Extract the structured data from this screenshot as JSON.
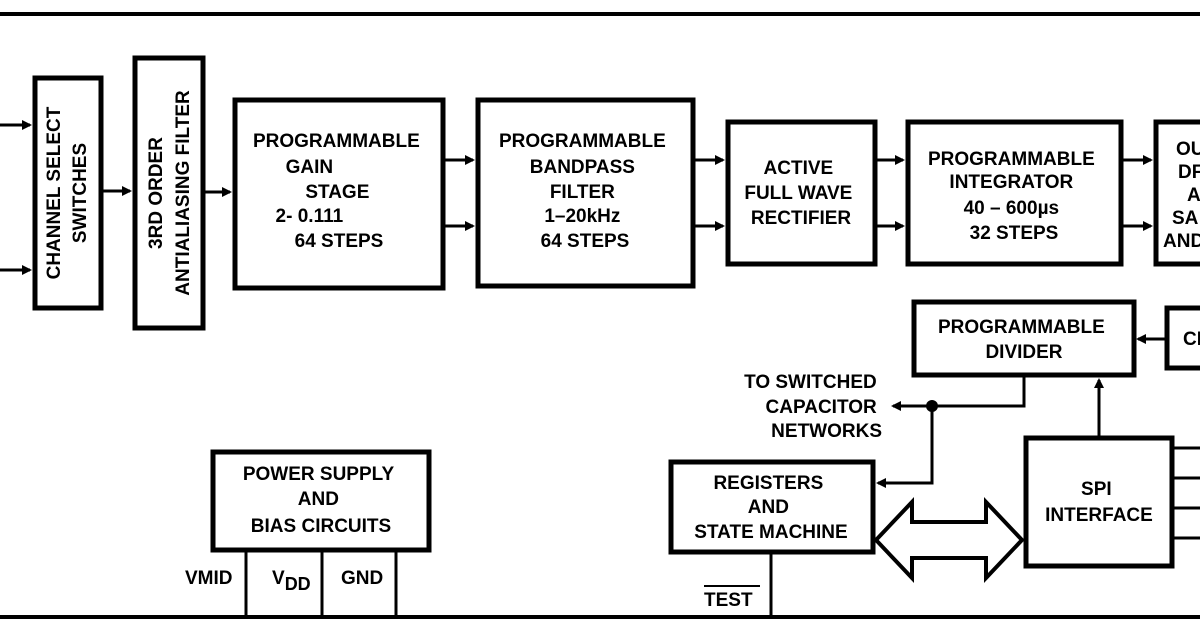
{
  "blocks": {
    "channel_select": [
      "CHANNEL SELECT",
      "SWITCHES"
    ],
    "antialiasing": [
      "3RD ORDER",
      "ANTIALIASING FILTER"
    ],
    "gain_stage": [
      "PROGRAMMABLE",
      "GAIN",
      "STAGE",
      "2-  0.111",
      "64 STEPS"
    ],
    "bandpass": [
      "PROGRAMMABLE",
      "BANDPASS",
      "FILTER",
      "1–20kHz",
      "64 STEPS"
    ],
    "rectifier": [
      "ACTIVE",
      "FULL WAVE",
      "RECTIFIER"
    ],
    "integrator": [
      "PROGRAMMABLE",
      "INTEGRATOR",
      "40 – 600µs",
      "32 STEPS"
    ],
    "output_partial": [
      "OU",
      "DF",
      "A",
      "SA",
      "AND"
    ],
    "divider": [
      "PROGRAMMABLE",
      "DIVIDER"
    ],
    "clock_partial": "CL",
    "to_switched": [
      "TO SWITCHED",
      "CAPACITOR",
      "NETWORKS"
    ],
    "power_supply": [
      "POWER SUPPLY",
      "AND",
      "BIAS CIRCUITS"
    ],
    "registers": [
      "REGISTERS",
      "AND",
      "STATE MACHINE"
    ],
    "spi": [
      "SPI",
      "INTERFACE"
    ]
  },
  "pins": {
    "vmid": "VMID",
    "vdd_main": "V",
    "vdd_sub": "DD",
    "gnd": "GND",
    "test": "TEST"
  }
}
